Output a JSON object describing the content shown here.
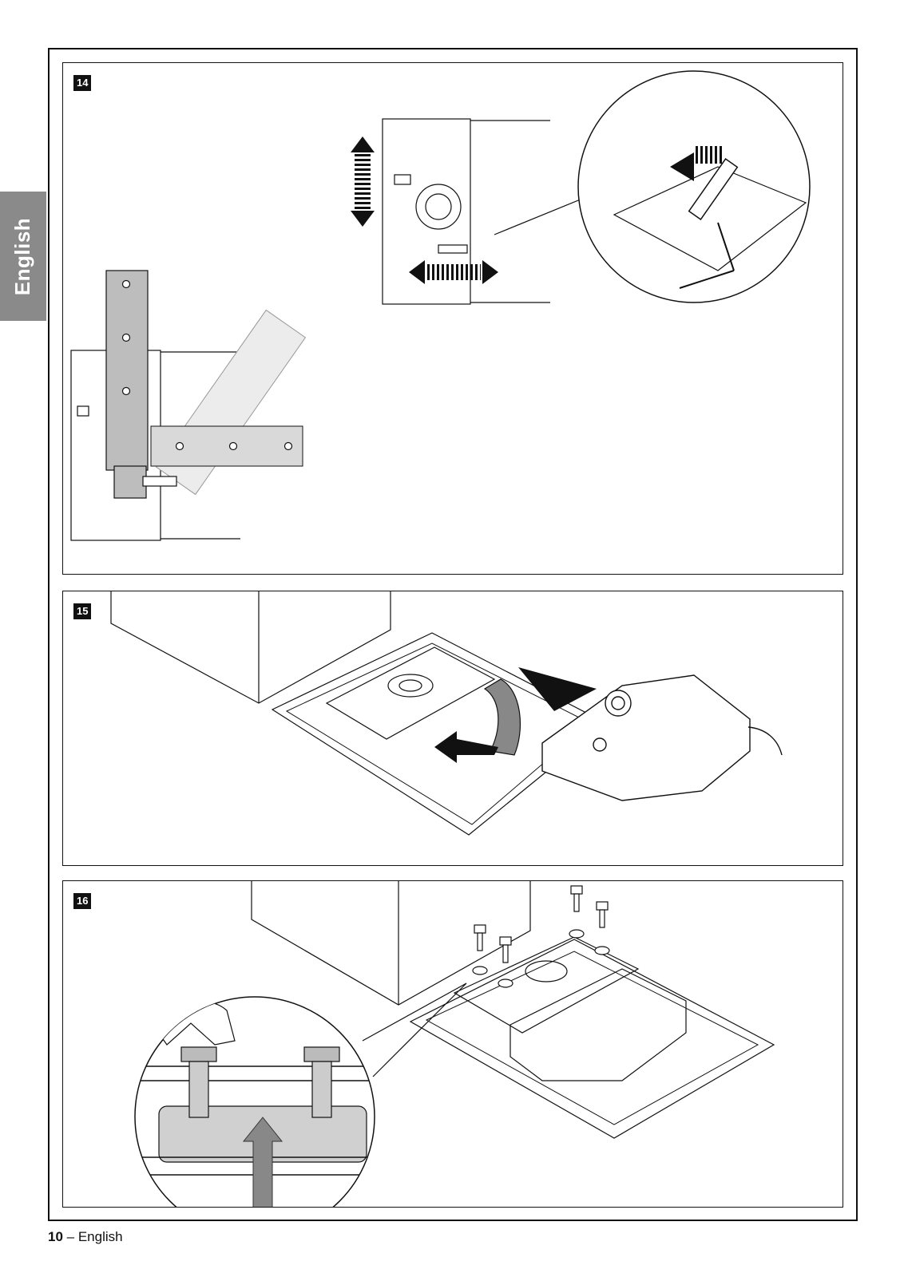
{
  "side_tab": {
    "label": "English"
  },
  "figures": [
    {
      "number": "14"
    },
    {
      "number": "15"
    },
    {
      "number": "16"
    }
  ],
  "footer": {
    "page_number": "10",
    "separator": " – ",
    "language": "English"
  },
  "colors": {
    "tab_gray": "#8a8a8a",
    "ink": "#111111",
    "plate_gray": "#bdbdbd",
    "light_gray": "#d9d9d9"
  }
}
